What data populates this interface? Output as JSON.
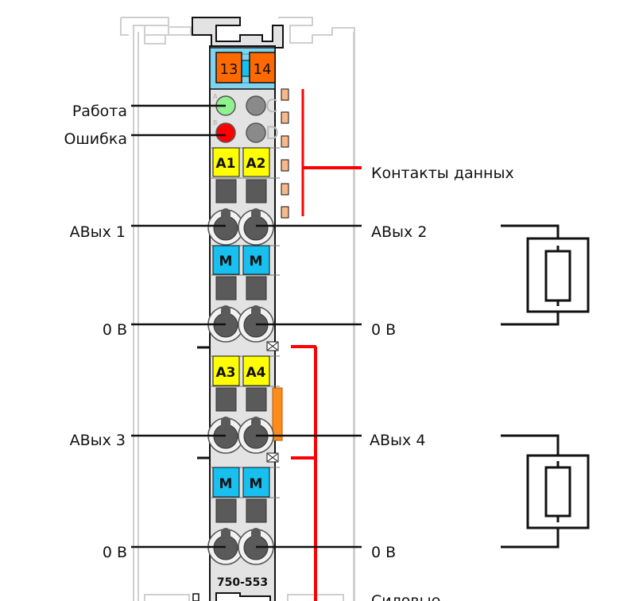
{
  "module": {
    "model": "750-553",
    "bus_terminals": [
      "13",
      "14"
    ],
    "leds": [
      {
        "id": "A",
        "label": "A",
        "state": "on",
        "color": "#8ef28e"
      },
      {
        "id": "B",
        "label": "B",
        "state": "on",
        "color": "#ff0000"
      },
      {
        "id": "C",
        "label": "C",
        "state": "off",
        "color": "#8a8a8a"
      },
      {
        "id": "D",
        "label": "D",
        "state": "off",
        "color": "#8a8a8a"
      }
    ],
    "terminal_blocks": [
      {
        "left": "A1",
        "right": "A2",
        "color": "#ffff00"
      },
      {
        "left": "M",
        "right": "M",
        "color": "#18c0f0"
      },
      {
        "left": "A3",
        "right": "A4",
        "color": "#ffff00"
      },
      {
        "left": "M",
        "right": "M",
        "color": "#18c0f0"
      }
    ]
  },
  "labels": {
    "status_run": "Работа",
    "status_error": "Ошибка",
    "data_contacts": "Контакты данных",
    "aout1": "АВых 1",
    "aout2": "АВых 2",
    "aout3": "АВых 3",
    "aout4": "АВых 4",
    "zero_v_1_left": "0 В",
    "zero_v_1_right": "0 В",
    "zero_v_2_left": "0 В",
    "zero_v_2_right": "0 В",
    "power_contacts": "Силовые"
  },
  "colors": {
    "bracket": "#ff0000",
    "bus_header": "#7fd3ee",
    "bus_terminal": "#ff6a00",
    "housing": "#e3e3e3",
    "clamp": "#5a5a5a",
    "data_pin": "#f7b98a",
    "power_jumper": "#ff8c1a"
  }
}
